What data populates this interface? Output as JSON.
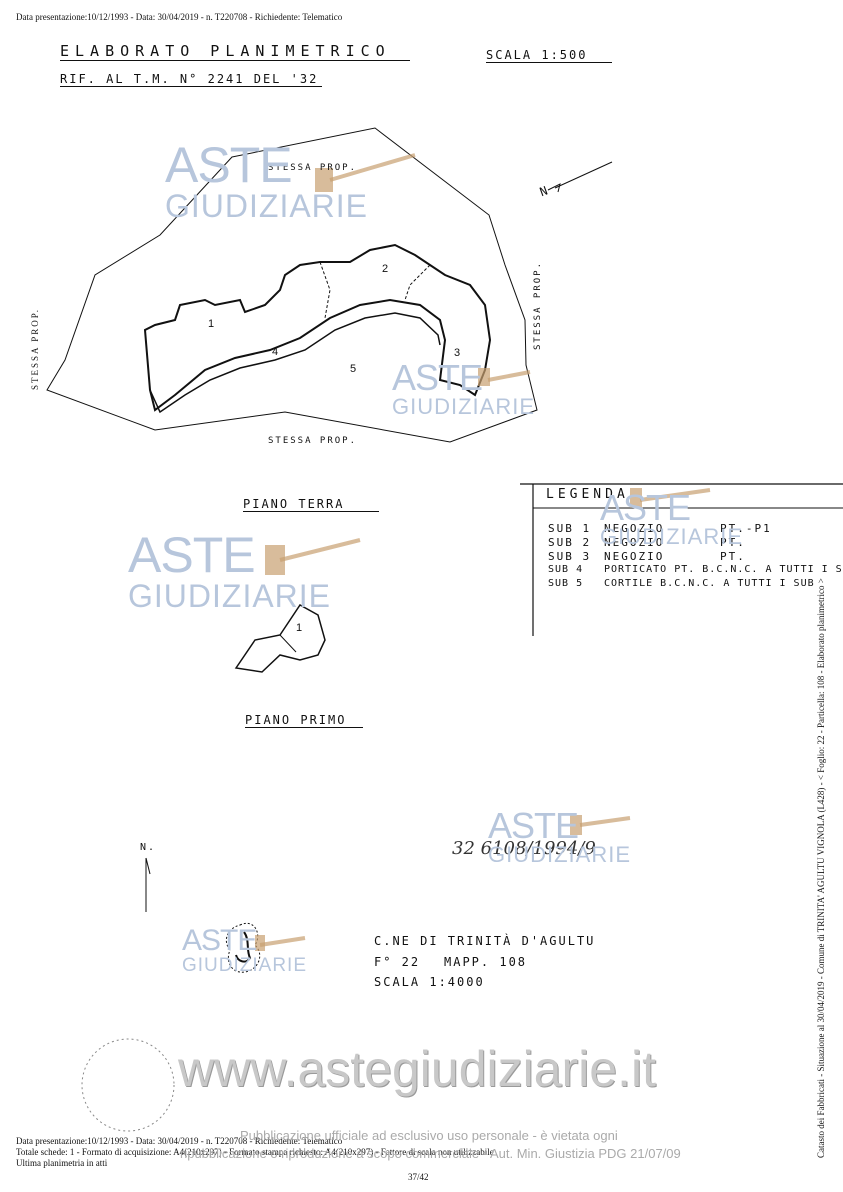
{
  "header": {
    "top_line": "Data presentazione:10/12/1993 - Data: 30/04/2019 - n. T220708 - Richiedente: Telematico"
  },
  "title": {
    "main": "ELABORATO PLANIMETRICO",
    "scale": "SCALA 1:500",
    "reference": "RIF. AL T.M. N° 2241 DEL '32"
  },
  "plan": {
    "north_mark": "N",
    "labels": {
      "top": "STESSA PROP.",
      "left": "STESSA PROP.",
      "right": "STESSA PROP.",
      "bottom": "STESSA PROP."
    },
    "numbers": [
      "1",
      "2",
      "3",
      "4",
      "5"
    ],
    "floor_ground": "PIANO TERRA",
    "floor_first": "PIANO PRIMO",
    "first_floor_number": "1"
  },
  "legend": {
    "title": "LEGENDA",
    "rows": [
      {
        "sub": "SUB 1",
        "desc": "NEGOZIO",
        "floor": "PT.-P1"
      },
      {
        "sub": "SUB 2",
        "desc": "NEGOZIO",
        "floor": "PT."
      },
      {
        "sub": "SUB 3",
        "desc": "NEGOZIO",
        "floor": "PT."
      },
      {
        "sub": "SUB 4",
        "desc": "PORTICATO PT. B.C.N.C. A TUTTI I SUB",
        "floor": ""
      },
      {
        "sub": "SUB 5",
        "desc": "CORTILE B.C.N.C. A TUTTI I SUB",
        "floor": ""
      }
    ]
  },
  "handwritten_code": "32 6108/1994/9",
  "location": {
    "north": "N.",
    "comune": "C.NE DI TRINITÀ D'AGULTU",
    "foglio": "F° 22",
    "mappale": "MAPP. 108",
    "scala": "SCALA 1:4000"
  },
  "side_text": "Catasto dei Fabbricati - Situazione al 30/04/2019 - Comune di TRINITA' AGULTU VIGNOLA (L428) - < Foglio: 22 - Particella: 108 - Elaborato planimetrico >",
  "watermarks": {
    "aste": "ASTE",
    "giudiziarie": "GIUDIZIARIE",
    "site": "www.astegiudiziarie.it"
  },
  "footer": {
    "line1": "Data presentazione:10/12/1993 - Data: 30/04/2019 - n. T220708 - Richiedente: Telematico",
    "line2": "Totale schede: 1 - Formato di acquisizione: A4(210x297) - Formato stampa richiesto: A4(210x297) - Fattore di scala non utilizzabile",
    "line3": "Ultima planimetria in atti",
    "publication1": "Pubblicazione ufficiale ad esclusivo uso personale - è vietata ogni",
    "publication2": "ripubblicazione o riproduzione a scopo commerciale - Aut. Min. Giustizia PDG 21/07/09",
    "page": "37/42"
  }
}
